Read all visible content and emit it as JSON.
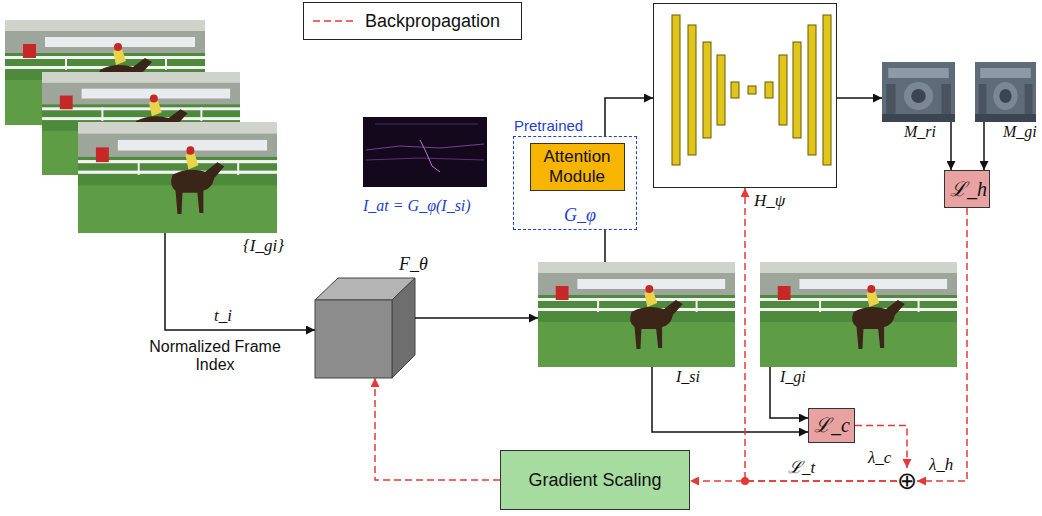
{
  "diagram": {
    "nodes": [
      {
        "text": [
          "{I_gi}"
        ]
      },
      {
        "text": [
          "I_at = G_φ(I_si)"
        ]
      },
      {
        "text": [
          "Pretrained",
          "G_φ"
        ]
      },
      {
        "text": [
          "Attention Module"
        ],
        "in": 2
      },
      {
        "text": [
          "H_ψ"
        ]
      },
      {
        "text": [
          "M_ri"
        ]
      },
      {
        "text": [
          "M_gi"
        ]
      },
      {
        "text": [
          "ℒ_h"
        ]
      },
      {
        "text": [
          "F_θ"
        ]
      },
      {
        "text": [
          "I_si"
        ]
      },
      {
        "text": [
          "I_gi"
        ]
      },
      {
        "text": [
          "ℒ_c"
        ]
      },
      {
        "text": [
          "Gradient Scaling"
        ]
      },
      {
        "text": [
          "⊕"
        ]
      }
    ],
    "edges": [
      {
        "from": 0,
        "to": 8,
        "arrow": "to",
        "label": "t_i"
      },
      {
        "from": 8,
        "to": 9,
        "arrow": "to"
      },
      {
        "from": 9,
        "to": 2,
        "arrow": "none"
      },
      {
        "from": 2,
        "to": 4,
        "arrow": "to"
      },
      {
        "from": 4,
        "to": 5,
        "arrow": "to"
      },
      {
        "from": 5,
        "to": 7,
        "arrow": "to"
      },
      {
        "from": 6,
        "to": 7,
        "arrow": "to"
      },
      {
        "from": 9,
        "to": 11,
        "arrow": "to"
      },
      {
        "from": 10,
        "to": 11,
        "arrow": "to"
      },
      {
        "from": 11,
        "to": 13,
        "arrow": "to",
        "label": "λ_c"
      },
      {
        "from": 7,
        "to": 13,
        "arrow": "to",
        "label": "λ_h"
      },
      {
        "from": 13,
        "to": 12,
        "arrow": "to",
        "label": "ℒ_t"
      },
      {
        "from": 13,
        "to": 4,
        "arrow": "to"
      },
      {
        "from": 12,
        "to": 8,
        "arrow": "to"
      }
    ],
    "labels": [
      "Normalized Frame Index"
    ],
    "legend": [
      {
        "text": "Backpropagation"
      }
    ]
  }
}
